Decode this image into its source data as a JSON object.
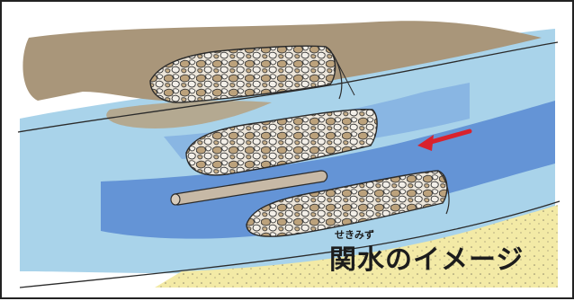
{
  "caption": {
    "ruby": "せきみず",
    "text": "関水のイメージ"
  },
  "colors": {
    "soil": "#a9967a",
    "water_light": "#a9d3ea",
    "water_dark": "#4d7fcf",
    "sand": "#f3eaa6",
    "gabion_stone": "#bca27c",
    "arrow": "#d9222d",
    "outline": "#2b2b2b"
  },
  "icons": {
    "arrow": "red-flow-arrow"
  }
}
